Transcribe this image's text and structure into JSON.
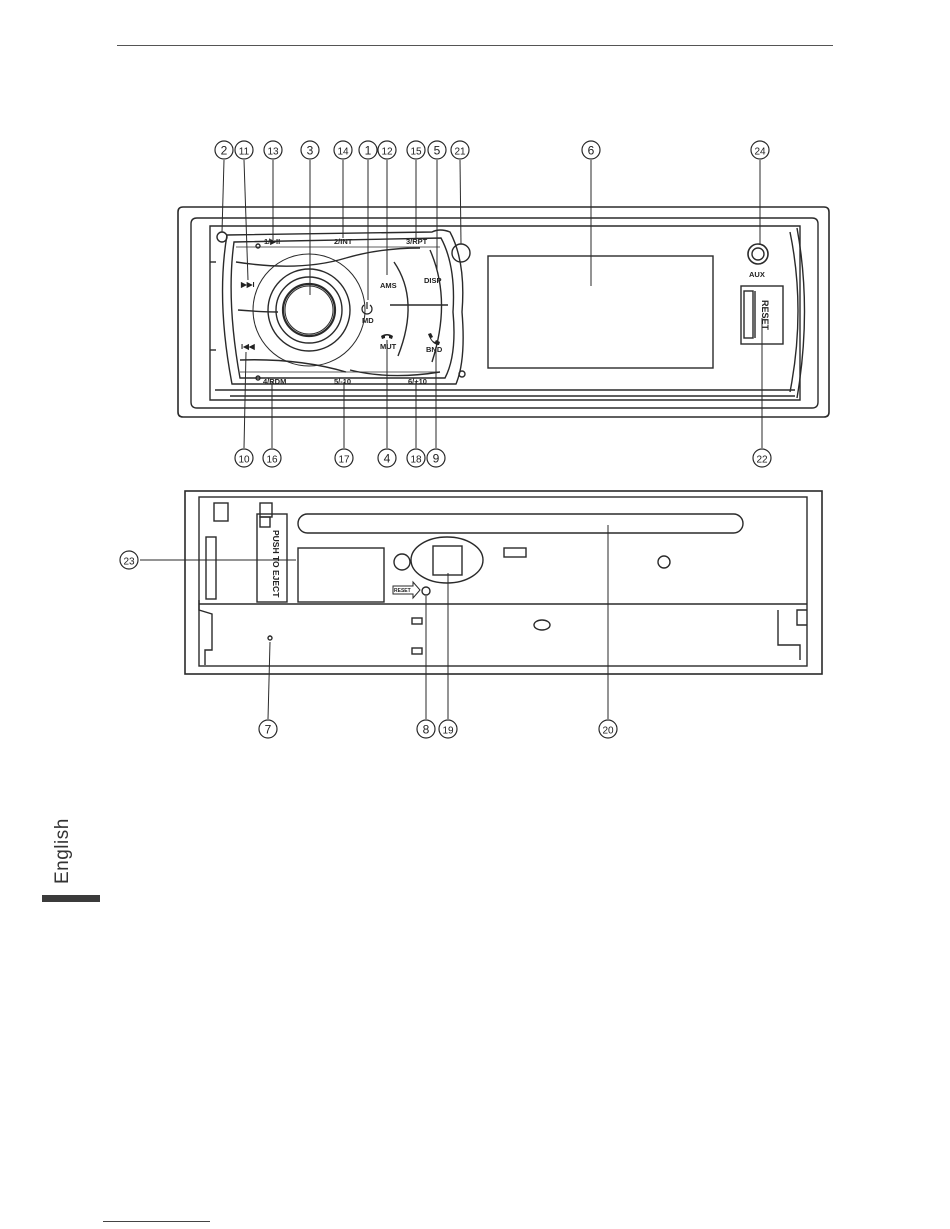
{
  "callouts_top": [
    {
      "num": "2",
      "label": "②"
    },
    {
      "num": "11",
      "label": "⑪"
    },
    {
      "num": "13",
      "label": "⑬"
    },
    {
      "num": "3",
      "label": "③"
    },
    {
      "num": "14",
      "label": "⑭"
    },
    {
      "num": "1",
      "label": "①"
    },
    {
      "num": "12",
      "label": "⑫"
    },
    {
      "num": "15",
      "label": "⑮"
    },
    {
      "num": "5",
      "label": "⑤"
    },
    {
      "num": "21",
      "label": "㉑"
    },
    {
      "num": "6",
      "label": "⑥"
    },
    {
      "num": "24",
      "label": "㉔"
    }
  ],
  "callouts_bottom_front": [
    {
      "num": "10",
      "label": "⑩"
    },
    {
      "num": "16",
      "label": "⑯"
    },
    {
      "num": "17",
      "label": "⑰"
    },
    {
      "num": "4",
      "label": "④"
    },
    {
      "num": "18",
      "label": "⑱"
    },
    {
      "num": "9",
      "label": "⑨"
    },
    {
      "num": "22",
      "label": "㉒"
    }
  ],
  "callouts_back": [
    {
      "num": "23",
      "label": "㉓"
    },
    {
      "num": "7",
      "label": "⑦"
    },
    {
      "num": "8",
      "label": "⑧"
    },
    {
      "num": "19",
      "label": "⑲"
    },
    {
      "num": "20",
      "label": "⑳"
    }
  ],
  "panel_labels": {
    "play_pause": "1/▶II",
    "int": "2/INT",
    "rpt": "3/RPT",
    "rdm": "4/RDM",
    "minus10": "5/-10",
    "plus10": "6/+10",
    "next": "▶▶I",
    "prev": "I◀◀",
    "ams": "AMS",
    "disp": "DISP",
    "md": "MD",
    "mut": "MUT",
    "bnd": "BND",
    "aux": "AUX",
    "reset_front": "RESET",
    "push_to_eject": "PUSH TO EJECT",
    "reset_back": "RESET"
  },
  "language_tab": "English",
  "colors": {
    "line": "#2a2a2a",
    "tab": "#3b3b3b"
  }
}
